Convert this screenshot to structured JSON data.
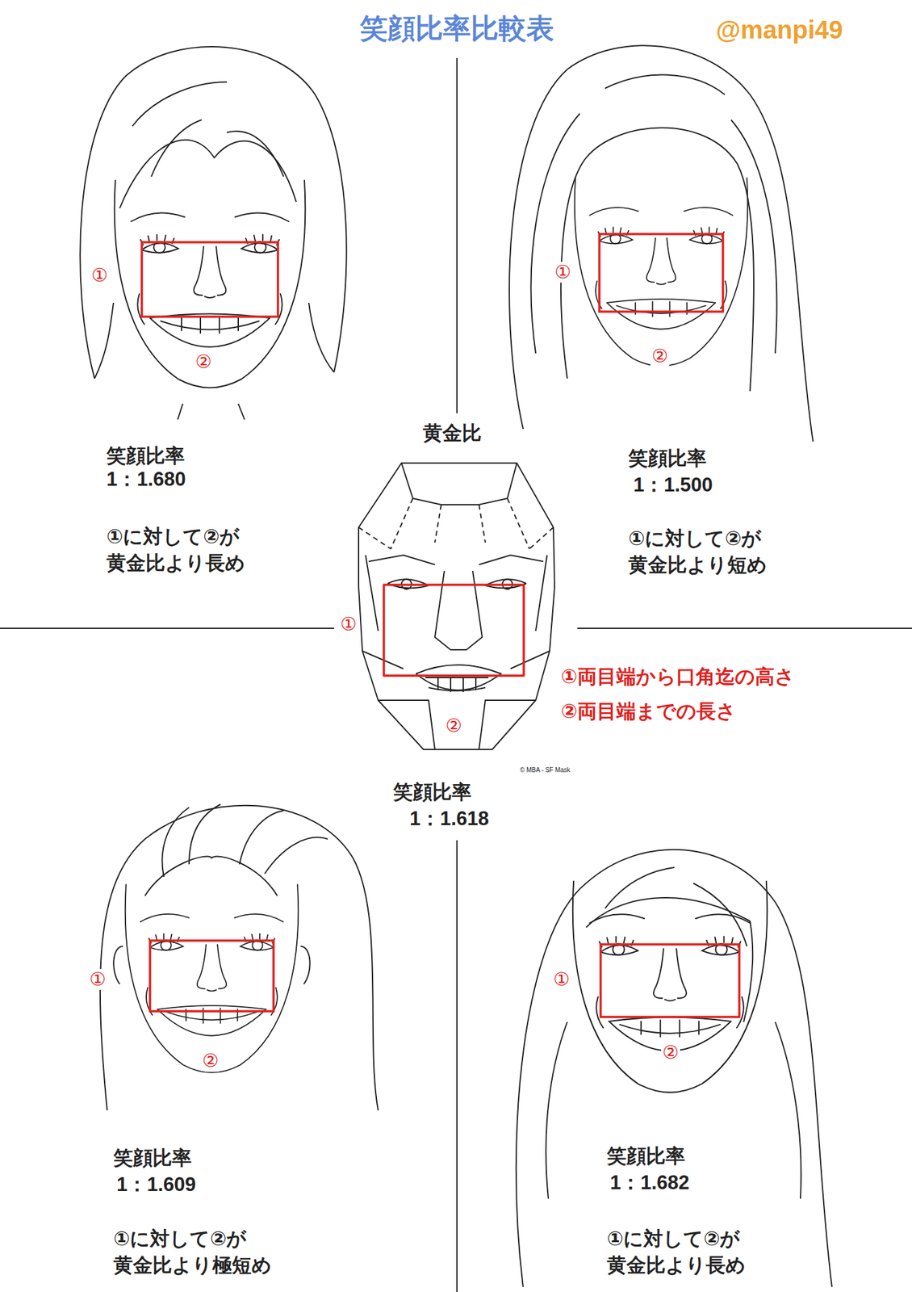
{
  "diagram": {
    "title": "笑顔比率比較表",
    "labels": [
      "@manpi49",
      "①",
      "②",
      "笑顔比率",
      "1：1.680",
      "①に対して②が",
      "黄金比より長め",
      "①",
      "②",
      "笑顔比率",
      "1：1.500",
      "①に対して②が",
      "黄金比より短め",
      "黄金比",
      "①",
      "②",
      "①両目端から口角迄の高さ",
      "②両目端までの長さ",
      "© MBA - SF Mask",
      "笑顔比率",
      "1：1.618",
      "①",
      "②",
      "笑顔比率",
      "1：1.609",
      "①に対して②が",
      "黄金比より極短め",
      "①",
      "②",
      "笑顔比率",
      "1：1.682",
      "①に対して②が",
      "黄金比より長め"
    ]
  }
}
